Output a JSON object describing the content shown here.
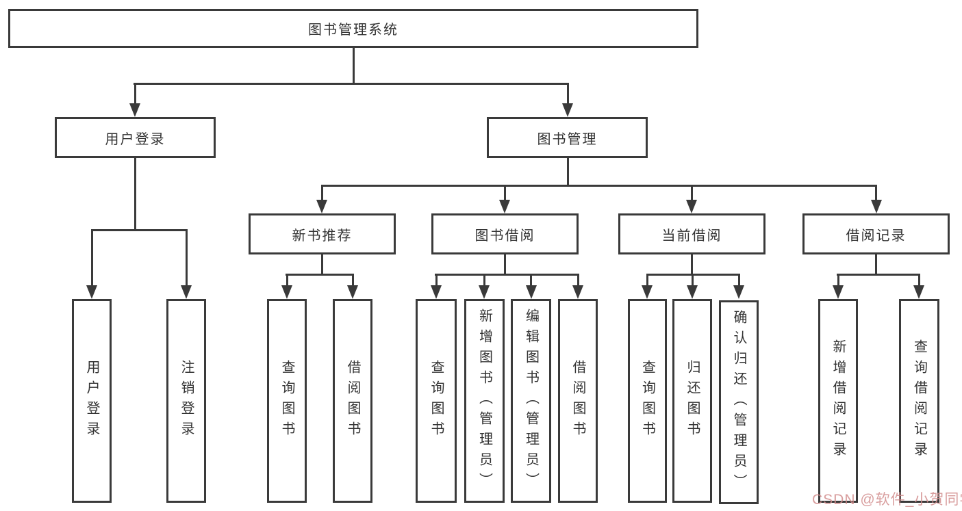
{
  "tree": {
    "root": {
      "label": "图书管理系统"
    },
    "level2": [
      {
        "label": "用户登录"
      },
      {
        "label": "图书管理"
      }
    ],
    "level3": [
      {
        "label": "新书推荐"
      },
      {
        "label": "图书借阅"
      },
      {
        "label": "当前借阅"
      },
      {
        "label": "借阅记录"
      }
    ],
    "leaves": {
      "user_login": [
        "用户登录",
        "注销登录"
      ],
      "new_books": [
        "查询图书",
        "借阅图书"
      ],
      "book_borrow": [
        "查询图书",
        "新增图书（管理员）",
        "编辑图书（管理员）",
        "借阅图书"
      ],
      "current_borrow": [
        "查询图书",
        "归还图书",
        "确认归还（管理员）"
      ],
      "borrow_records": [
        "新增借阅记录",
        "查询借阅记录"
      ]
    }
  },
  "watermark": {
    "text": "CSDN @软件_小贺同学",
    "color": "#d28c8c"
  },
  "line_color": "#3a3a3a"
}
